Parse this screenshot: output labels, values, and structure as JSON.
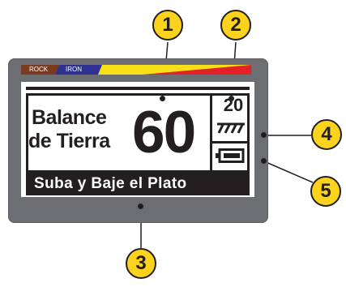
{
  "strip": {
    "label_rock": "ROCK",
    "label_iron": "IRON",
    "colors": {
      "rock": "#7a3b1f",
      "iron": "#2e3192",
      "yellow": "#f7e017",
      "red": "#e32127"
    }
  },
  "screen": {
    "label_line1": "Balance",
    "label_line2": "de Tierra",
    "main_value": "60",
    "secondary_value": "20",
    "ground_icon": "ground-hatch-icon",
    "battery_icon": "battery-icon",
    "message": "Suba y Baje el Plato"
  },
  "callouts": [
    "1",
    "2",
    "3",
    "4",
    "5"
  ],
  "colors": {
    "device": "#6d6e71",
    "ink": "#231f20",
    "callout_fill": "#fbd31d",
    "screen_bg": "#ffffff"
  }
}
